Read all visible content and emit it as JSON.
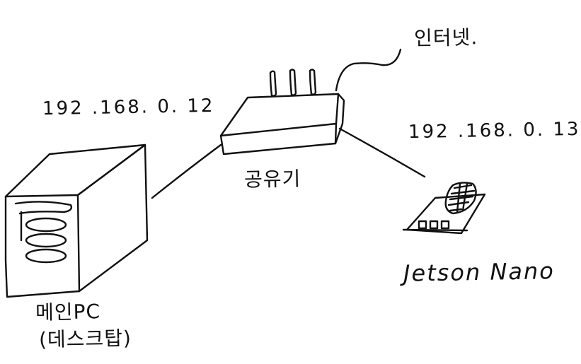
{
  "labels": {
    "internet": "인터넷.",
    "main_pc_ip": "192 .168. 0. 12",
    "router": "공유기",
    "jetson_ip": "192 .168. 0. 13",
    "jetson_name": "Jetson Nano",
    "main_pc_line1": "메인PC",
    "main_pc_line2": "(데스크탑)"
  },
  "colors": {
    "ink": "#111111",
    "background": "#ffffff"
  }
}
